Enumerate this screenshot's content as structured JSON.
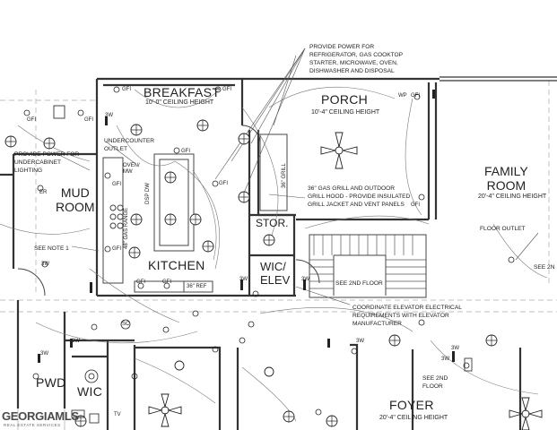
{
  "rooms": {
    "breakfast": {
      "name": "BREAKFAST",
      "ceiling": "10'-0\" CEILING HEIGHT"
    },
    "porch": {
      "name": "PORCH",
      "ceiling": "10'-4\" CEILING HEIGHT"
    },
    "family_room": {
      "name": "FAMILY\nROOM",
      "ceiling": "20'-4\" CEILING HEIGHT"
    },
    "mud_room": {
      "name": "MUD\nROOM"
    },
    "kitchen": {
      "name": "KITCHEN"
    },
    "storage": {
      "name": "STOR."
    },
    "wic_elev": {
      "name": "WIC/\nELEV"
    },
    "pwd": {
      "name": "PWD"
    },
    "wic": {
      "name": "WIC"
    },
    "foyer": {
      "name": "FOYER",
      "ceiling": "20'-4\" CEILING HEIGHT"
    }
  },
  "notes": {
    "provide_power_appliances": "PROVIDE POWER FOR\nREFRIGERATOR, GAS COOKTOP\nSTARTER, MICROWAVE, OVEN,\nDISHWASHER AND DISPOSAL",
    "undercounter_outlet": "UNDERCOUNTER\nOUTLET",
    "provide_power_undercabinet": "PROVIDE POWER FOR\nUNDERCABINET\nLIGHTING",
    "gas_grill": "36\" GAS GRILL AND OUTDOOR\nGRILL HOOD - PROVIDE INSULATED\nGRILL JACKET AND VENT PANELS",
    "floor_outlet": "FLOOR OUTLET",
    "see_2nd_floor_right": "SEE 2N",
    "see_2nd_floor_stair": "SEE 2ND FLOOR",
    "see_note_1": "SEE NOTE 1",
    "coordinate_elevator": "COORDINATE ELEVATOR ELECTRICAL\nREQUIREMENTS WITH ELEVATOR\nMANUFACTURER",
    "see_2nd_floor_foyer": "SEE 2ND\nFLOOR"
  },
  "fixtures": {
    "oven_mw": "OVEN/\nMW",
    "dsp_dw": "DSP DW",
    "gas_range": "48\" GAS RANGE",
    "ref_36": "36\" REF",
    "grill_36": "36\" GRILL",
    "wp_gfi": "WP",
    "tv": "TV",
    "sc": "SC"
  },
  "device_labels": {
    "gfi": "GFI",
    "three_way": "3W",
    "er": "ER"
  },
  "watermark": {
    "brand": "GEORGIAMLS",
    "tagline": "REAL ESTATE SERVICES"
  }
}
